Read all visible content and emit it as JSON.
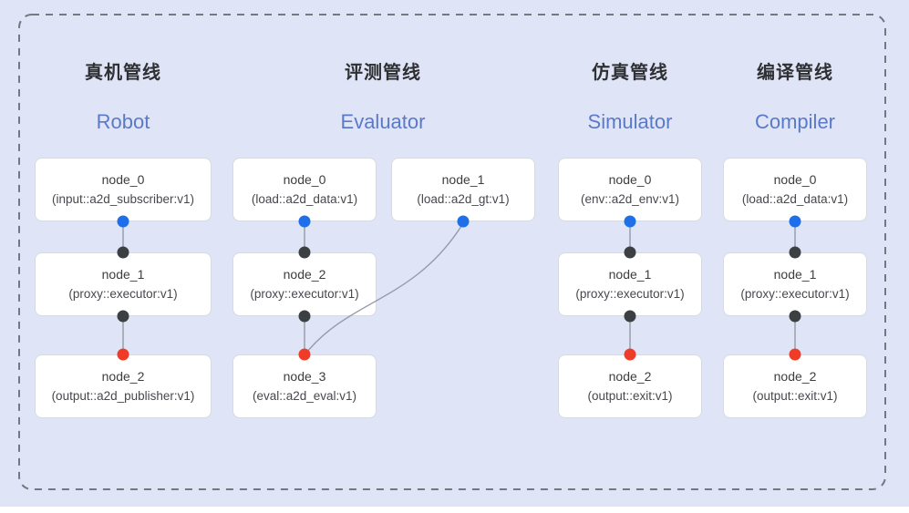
{
  "colors": {
    "background": "#dfe5f6",
    "page_edge": "#ffffff",
    "dashed_border": "#74787f",
    "box_bg": "#ffffff",
    "box_border": "#d7dae1",
    "title_zh": "#2f3033",
    "title_en": "#5b79c9",
    "node_text": "#3b3d40",
    "connector": "#949aa6",
    "port_blue": "#1f6fe8",
    "port_dark": "#3d4043",
    "port_red": "#ef3c29"
  },
  "pipelines": [
    {
      "title_zh": "真机管线",
      "title_en": "Robot",
      "nodes": [
        {
          "name": "node_0",
          "spec": "(input::a2d_subscriber:v1)"
        },
        {
          "name": "node_1",
          "spec": "(proxy::executor:v1)"
        },
        {
          "name": "node_2",
          "spec": "(output::a2d_publisher:v1)"
        }
      ]
    },
    {
      "title_zh": "评测管线",
      "title_en": "Evaluator",
      "nodes": [
        {
          "name": "node_0",
          "spec": "(load::a2d_data:v1)"
        },
        {
          "name": "node_1",
          "spec": "(load::a2d_gt:v1)"
        },
        {
          "name": "node_2",
          "spec": "(proxy::executor:v1)"
        },
        {
          "name": "node_3",
          "spec": "(eval::a2d_eval:v1)"
        }
      ]
    },
    {
      "title_zh": "仿真管线",
      "title_en": "Simulator",
      "nodes": [
        {
          "name": "node_0",
          "spec": "(env::a2d_env:v1)"
        },
        {
          "name": "node_1",
          "spec": "(proxy::executor:v1)"
        },
        {
          "name": "node_2",
          "spec": "(output::exit:v1)"
        }
      ]
    },
    {
      "title_zh": "编译管线",
      "title_en": "Compiler",
      "nodes": [
        {
          "name": "node_0",
          "spec": "(load::a2d_data:v1)"
        },
        {
          "name": "node_1",
          "spec": "(proxy::executor:v1)"
        },
        {
          "name": "node_2",
          "spec": "(output::exit:v1)"
        }
      ]
    }
  ]
}
